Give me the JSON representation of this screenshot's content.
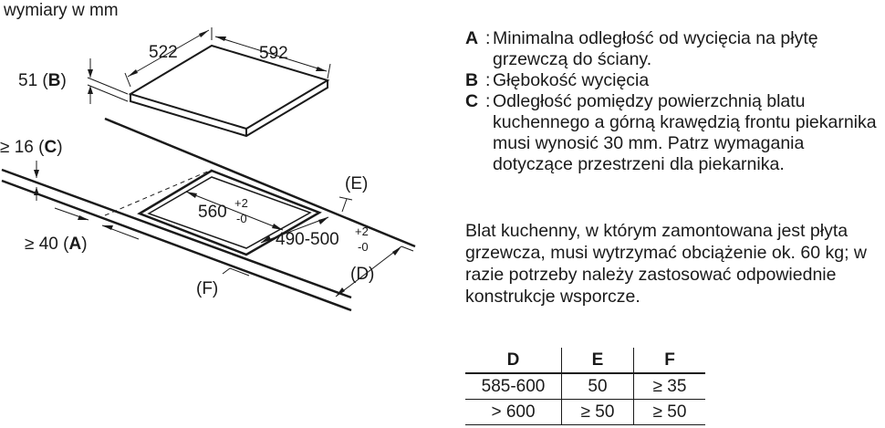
{
  "diagram": {
    "units_label": "wymiary w mm",
    "dim_width": "522",
    "dim_depth": "592",
    "dim_thickness": "51 (",
    "dim_thickness_key": "B",
    "dim_thickness_end": ")",
    "dim_gap_c": "≥ 16 (",
    "dim_gap_c_key": "C",
    "dim_gap_c_end": ")",
    "dim_wall_a": "≥ 40 (",
    "dim_wall_a_key": "A",
    "dim_wall_a_end": ")",
    "cutout_width": "560",
    "cutout_width_tol_plus": "+2",
    "cutout_width_tol_minus": "-0",
    "cutout_depth": "490-500",
    "cutout_depth_tol_plus": "+2",
    "cutout_depth_tol_minus": "-0",
    "label_e": "(E)",
    "label_f": "(F)",
    "label_d": "(D)"
  },
  "legend": [
    {
      "key": "A",
      "text": "Minimalna odległość od wycięcia na płytę grzewczą do ściany."
    },
    {
      "key": "B",
      "text": "Głębokość wycięcia"
    },
    {
      "key": "C",
      "text": "Odległość pomiędzy powierzchnią blatu kuchennego a górną krawędzią frontu piekarnika musi wynosić 30 mm. Patrz wymagania dotyczące przestrzeni dla piekarnika."
    }
  ],
  "note": "Blat kuchenny, w którym zamontowana jest płyta grzewcza, musi wytrzymać obciążenie ok. 60 kg; w razie potrzeby należy zastosować odpowiednie konstrukcje wsporcze.",
  "table": {
    "headers": [
      "D",
      "E",
      "F"
    ],
    "rows": [
      [
        "585-600",
        "50",
        "≥ 35"
      ],
      [
        "> 600",
        "≥ 50",
        "≥ 50"
      ]
    ]
  }
}
